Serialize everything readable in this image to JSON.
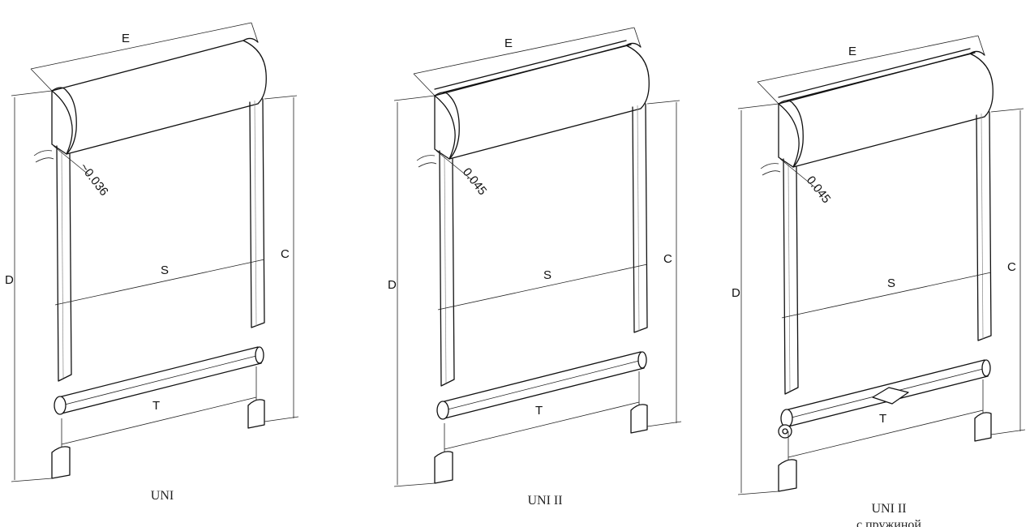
{
  "figures": [
    {
      "caption": "UNI",
      "subcaption": "",
      "labels": {
        "E": "E",
        "D": "D",
        "C": "C",
        "S": "S",
        "T": "T",
        "gap": "~0.036"
      }
    },
    {
      "caption": "UNI II",
      "subcaption": "",
      "labels": {
        "E": "E",
        "D": "D",
        "C": "C",
        "S": "S",
        "T": "T",
        "gap": "0.045"
      }
    },
    {
      "caption": "UNI II",
      "subcaption": "с пружиной",
      "labels": {
        "E": "E",
        "D": "D",
        "C": "C",
        "S": "S",
        "T": "T",
        "gap": "0.045"
      }
    }
  ],
  "icons": [
    "roller-blind-uni-drawing",
    "roller-blind-uni-ii-drawing",
    "roller-blind-uni-ii-spring-drawing"
  ]
}
